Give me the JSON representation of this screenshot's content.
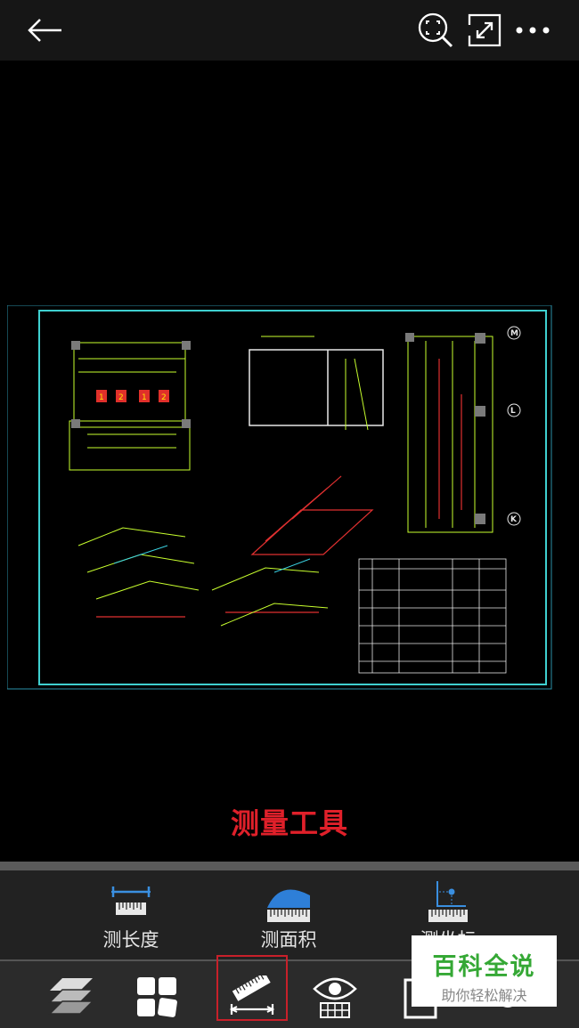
{
  "toolbar": {
    "back_icon": "arrow-left-icon",
    "zoom_icon": "zoom-fit-icon",
    "fullscreen_icon": "expand-icon",
    "more_icon": "more-dots-icon"
  },
  "caption": "测量工具",
  "measure_tools": [
    {
      "label": "测长度",
      "icon": "measure-length-icon"
    },
    {
      "label": "测面积",
      "icon": "measure-area-icon"
    },
    {
      "label": "测坐标",
      "icon": "measure-coordinate-icon"
    }
  ],
  "nav": [
    {
      "icon": "layers-icon"
    },
    {
      "icon": "layout-icon"
    },
    {
      "icon": "ruler-icon",
      "selected": true
    },
    {
      "icon": "view-icon"
    },
    {
      "icon": "sheet-icon"
    },
    {
      "icon": "settings-icon"
    }
  ],
  "drawing": {
    "grid_labels": [
      "M",
      "L",
      "K"
    ],
    "sheet_titles": [
      "消防泵房平面图",
      "消防水池给水管道示意图",
      "消火栓管道系统示意图",
      "喷淋泵房系统示意图",
      "主要设备材料表"
    ]
  },
  "watermark": {
    "title": "百科全说",
    "subtitle": "助你轻松解决"
  },
  "colors": {
    "caption": "#e0202a",
    "accent": "#1e6fd1",
    "cad_frame": "#3fd0d0",
    "cad_lines": "#c8ff2e"
  }
}
